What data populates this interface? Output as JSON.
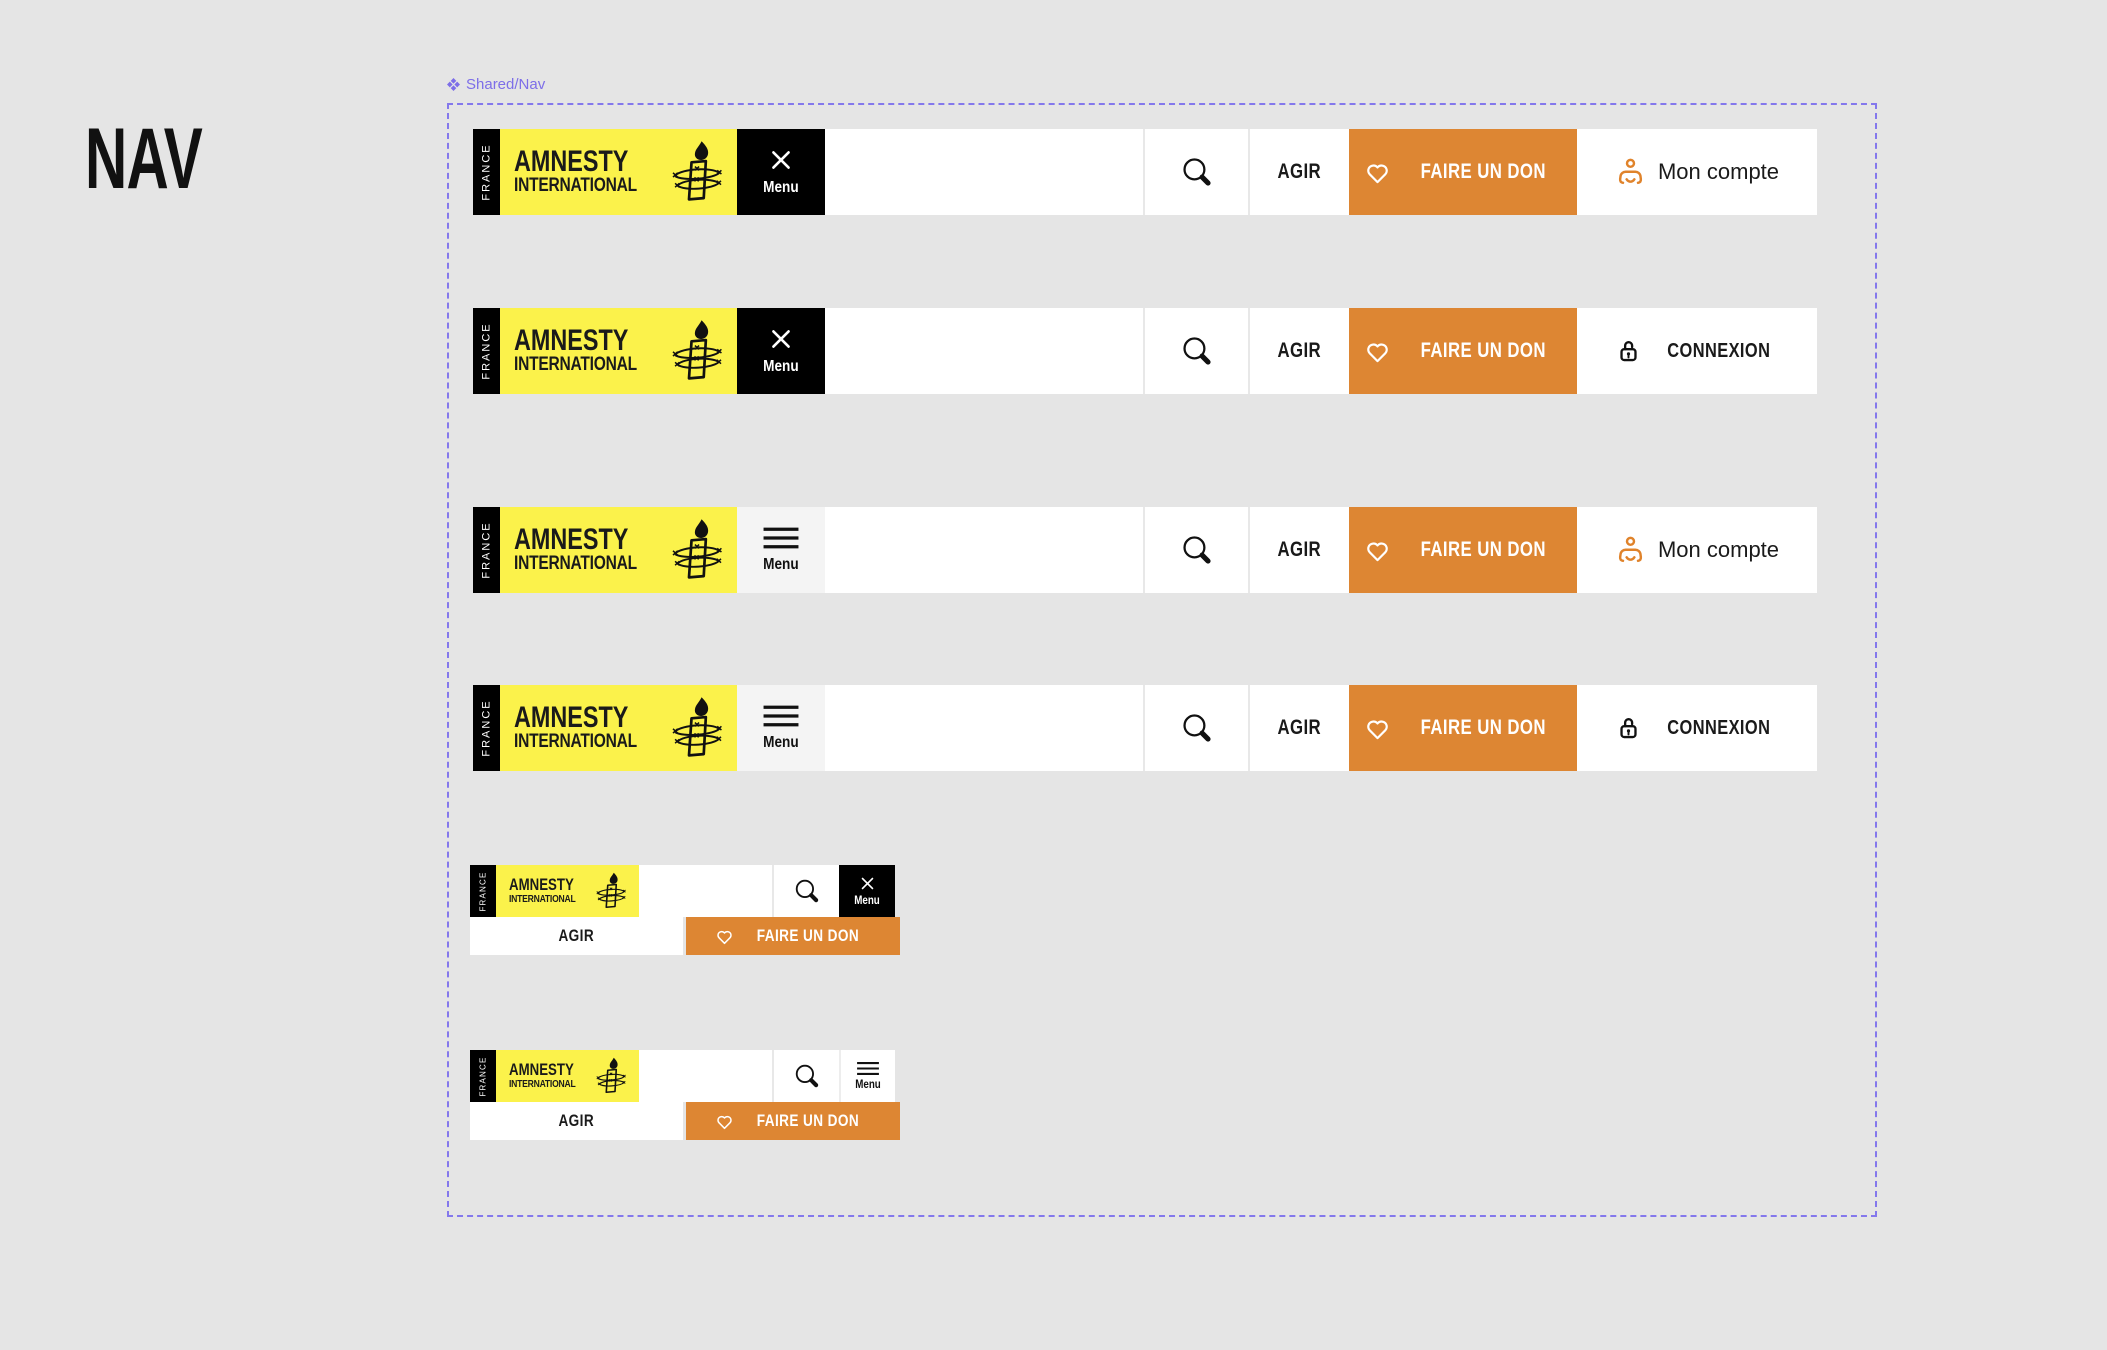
{
  "canvas": {
    "title": "NAV",
    "background": "#E5E5E5"
  },
  "figma": {
    "component_label": "Shared/Nav",
    "accent": "#7D6EE8"
  },
  "colors": {
    "yellow": "#FBF24B",
    "orange": "#DD8633",
    "black": "#000000",
    "white": "#FFFFFF",
    "menu_light": "#F4F4F4",
    "divider": "#E8E8E8",
    "text": "#1A1A1A"
  },
  "nav": {
    "country": "FRANCE",
    "brand_line1": "AMNESTY",
    "brand_line2": "INTERNATIONAL",
    "menu_label": "Menu",
    "agir_label": "AGIR",
    "donate_label": "FAIRE UN DON",
    "account_label": "Mon compte",
    "connexion_label": "CONNEXION"
  },
  "variants": [
    {
      "name": "desktop-menu-open-account",
      "menu_icon": "close",
      "right_item": "Mon compte"
    },
    {
      "name": "desktop-menu-open-connexion",
      "menu_icon": "close",
      "right_item": "CONNEXION"
    },
    {
      "name": "desktop-menu-closed-account",
      "menu_icon": "hamburger",
      "right_item": "Mon compte"
    },
    {
      "name": "desktop-menu-closed-connexion",
      "menu_icon": "hamburger",
      "right_item": "CONNEXION"
    },
    {
      "name": "mobile-menu-open",
      "menu_icon": "close"
    },
    {
      "name": "mobile-menu-closed",
      "menu_icon": "hamburger"
    }
  ]
}
